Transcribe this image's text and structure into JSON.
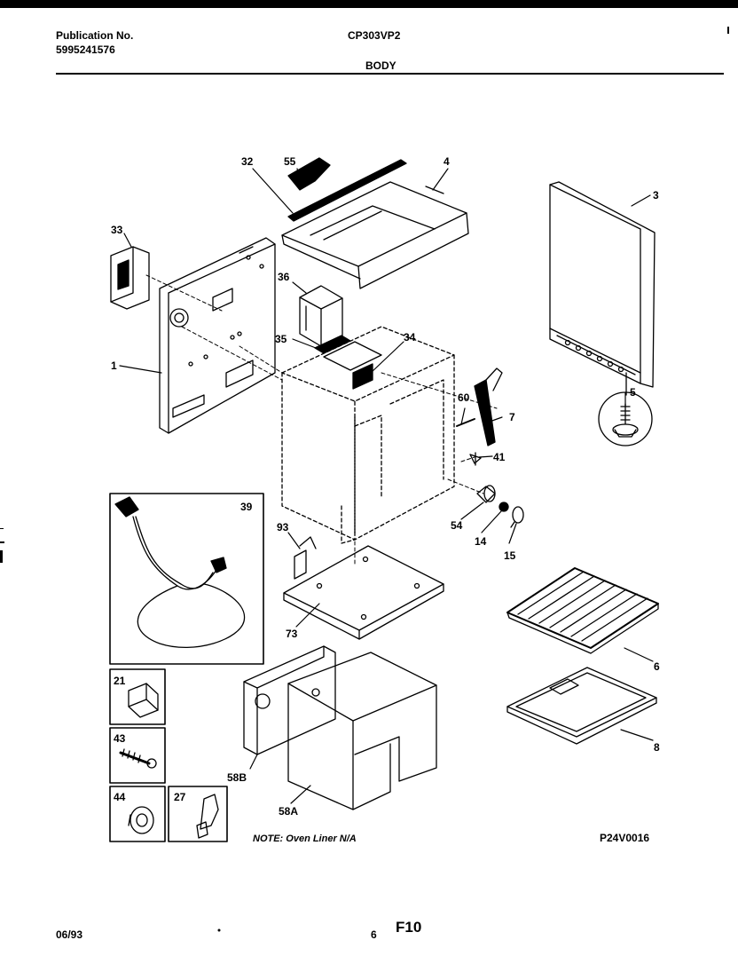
{
  "header": {
    "publication_label": "Publication No.",
    "publication_number": "5995241576",
    "model": "CP303VP2",
    "section": "BODY"
  },
  "callouts": [
    "32",
    "55",
    "4",
    "3",
    "33",
    "36",
    "1",
    "35",
    "34",
    "60",
    "7",
    "5",
    "41",
    "39",
    "93",
    "54",
    "14",
    "15",
    "73",
    "6",
    "21",
    "43",
    "58B",
    "8",
    "44",
    "27",
    "58A"
  ],
  "note": "NOTE: Oven Liner N/A",
  "drawing_code": "P24V0016",
  "footer": {
    "date": "06/93",
    "page_small": "6",
    "page_code": "F10"
  }
}
